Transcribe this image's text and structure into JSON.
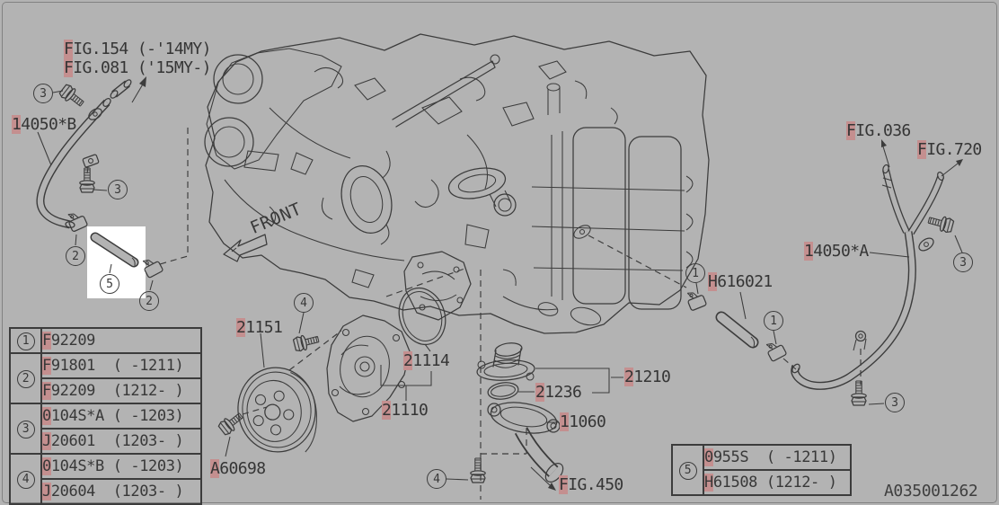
{
  "doc_code": "A035001262",
  "front_label": "FRONT",
  "colors": {
    "background": "#b3b3b3",
    "line": "#3c3c3c",
    "highlight": "#c48f8f",
    "selection_box": "#ffffff"
  },
  "callouts": {
    "c1": "1",
    "c2": "2",
    "c3": "3",
    "c4": "4",
    "c5": "5"
  },
  "labels": {
    "fig154": {
      "hl": "F",
      "rest": "IG.154 (-'14MY)"
    },
    "fig081": {
      "hl": "F",
      "rest": "IG.081 ('15MY-)"
    },
    "p14050b": {
      "hl": "1",
      "rest": "4050*B"
    },
    "fig036": {
      "hl": "F",
      "rest": "IG.036"
    },
    "fig720": {
      "hl": "F",
      "rest": "IG.720"
    },
    "p14050a": {
      "hl": "1",
      "rest": "4050*A"
    },
    "h616021": {
      "hl": "H",
      "rest": "616021"
    },
    "p21151": {
      "hl": "2",
      "rest": "1151"
    },
    "p21114": {
      "hl": "2",
      "rest": "1114"
    },
    "p21110": {
      "hl": "2",
      "rest": "1110"
    },
    "p21236": {
      "hl": "2",
      "rest": "1236"
    },
    "p21210": {
      "hl": "2",
      "rest": "1210"
    },
    "p11060": {
      "hl": "1",
      "rest": "1060"
    },
    "a60698": {
      "hl": "A",
      "rest": "60698"
    },
    "fig450": {
      "hl": "F",
      "rest": "IG.450"
    }
  },
  "legend_left": {
    "groups": [
      {
        "num": "1",
        "rows": [
          {
            "hl": "F",
            "rest": "92209"
          }
        ]
      },
      {
        "num": "2",
        "rows": [
          {
            "hl": "F",
            "rest": "91801  ( -1211)"
          },
          {
            "hl": "F",
            "rest": "92209  (1212- )"
          }
        ]
      },
      {
        "num": "3",
        "rows": [
          {
            "hl": "0",
            "rest": "104S*A ( -1203)"
          },
          {
            "hl": "J",
            "rest": "20601  (1203- )"
          }
        ]
      },
      {
        "num": "4",
        "rows": [
          {
            "hl": "0",
            "rest": "104S*B ( -1203)"
          },
          {
            "hl": "J",
            "rest": "20604  (1203- )"
          }
        ]
      }
    ]
  },
  "legend_right": {
    "groups": [
      {
        "num": "5",
        "rows": [
          {
            "hl": "0",
            "rest": "955S  ( -1211)"
          },
          {
            "hl": "H",
            "rest": "61508 (1212- )"
          }
        ]
      }
    ]
  }
}
